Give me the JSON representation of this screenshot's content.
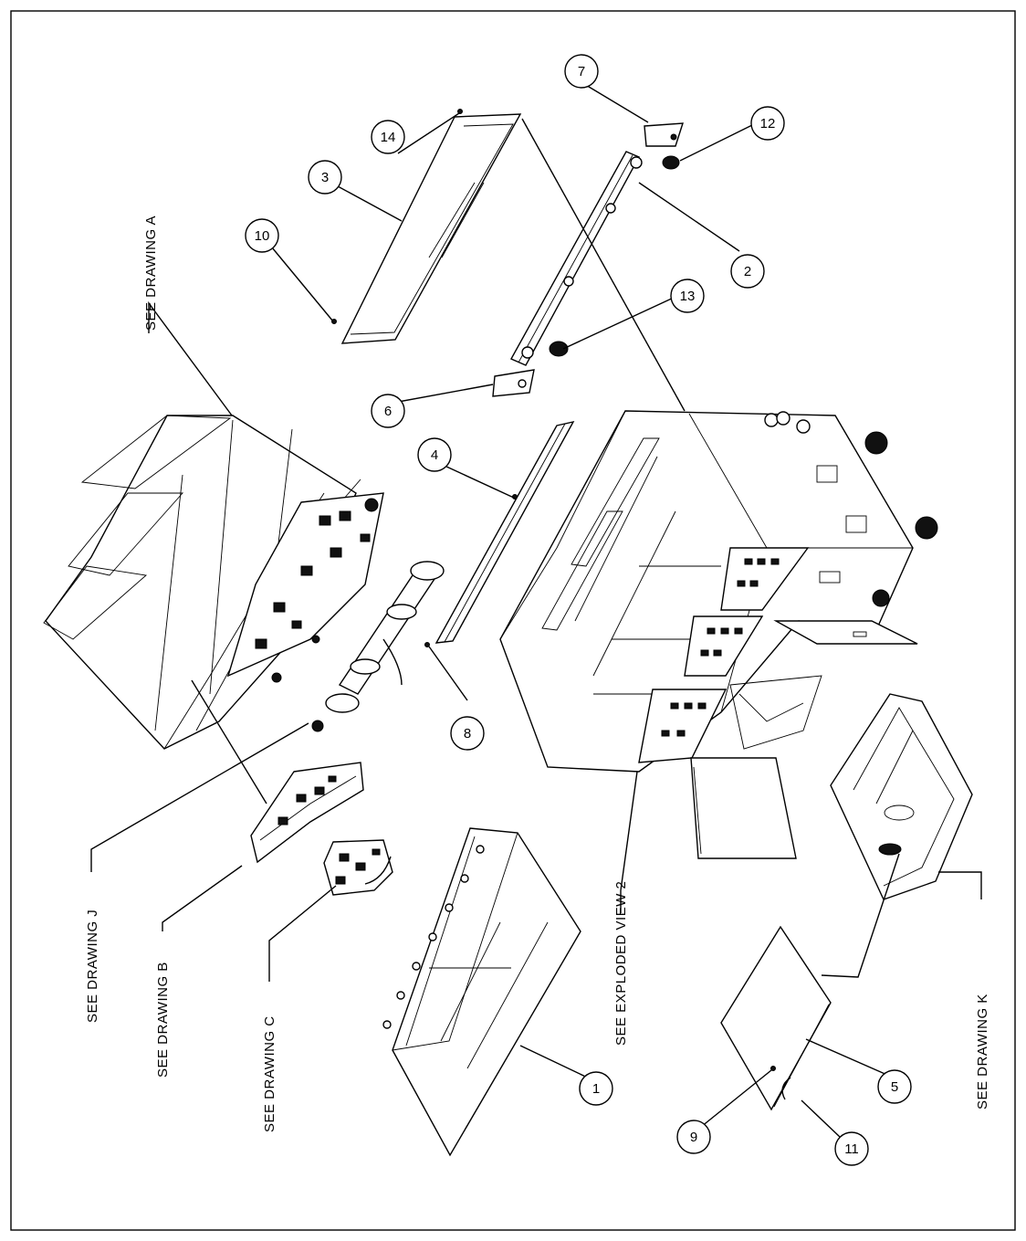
{
  "callouts": {
    "c1": "1",
    "c2": "2",
    "c3": "3",
    "c4": "4",
    "c5": "5",
    "c6": "6",
    "c7": "7",
    "c8": "8",
    "c9": "9",
    "c10": "10",
    "c11": "11",
    "c12": "12",
    "c13": "13",
    "c14": "14"
  },
  "references": {
    "drawing_a": "SEE DRAWING A",
    "drawing_b": "SEE DRAWING B",
    "drawing_c": "SEE DRAWING C",
    "drawing_j": "SEE DRAWING J",
    "drawing_k": "SEE DRAWING K",
    "exploded_view_2": "SEE EXPLODED VIEW 2"
  }
}
